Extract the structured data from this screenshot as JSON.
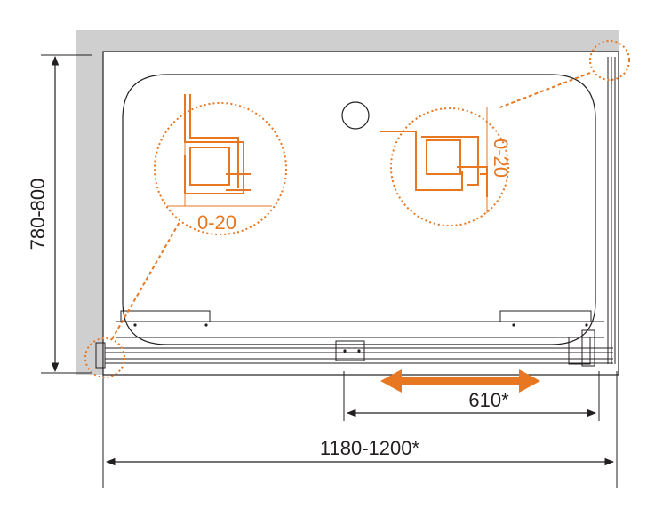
{
  "labels": {
    "height_dim": "780-800",
    "width_dim": "1180-1200*",
    "door_dim": "610*",
    "detail_left_gap": "0-20",
    "detail_right_gap": "0-20"
  },
  "colors": {
    "wall": "#cfcfd0",
    "line": "#231f20",
    "accent": "#e87722",
    "accent_dark": "#c45f12"
  }
}
